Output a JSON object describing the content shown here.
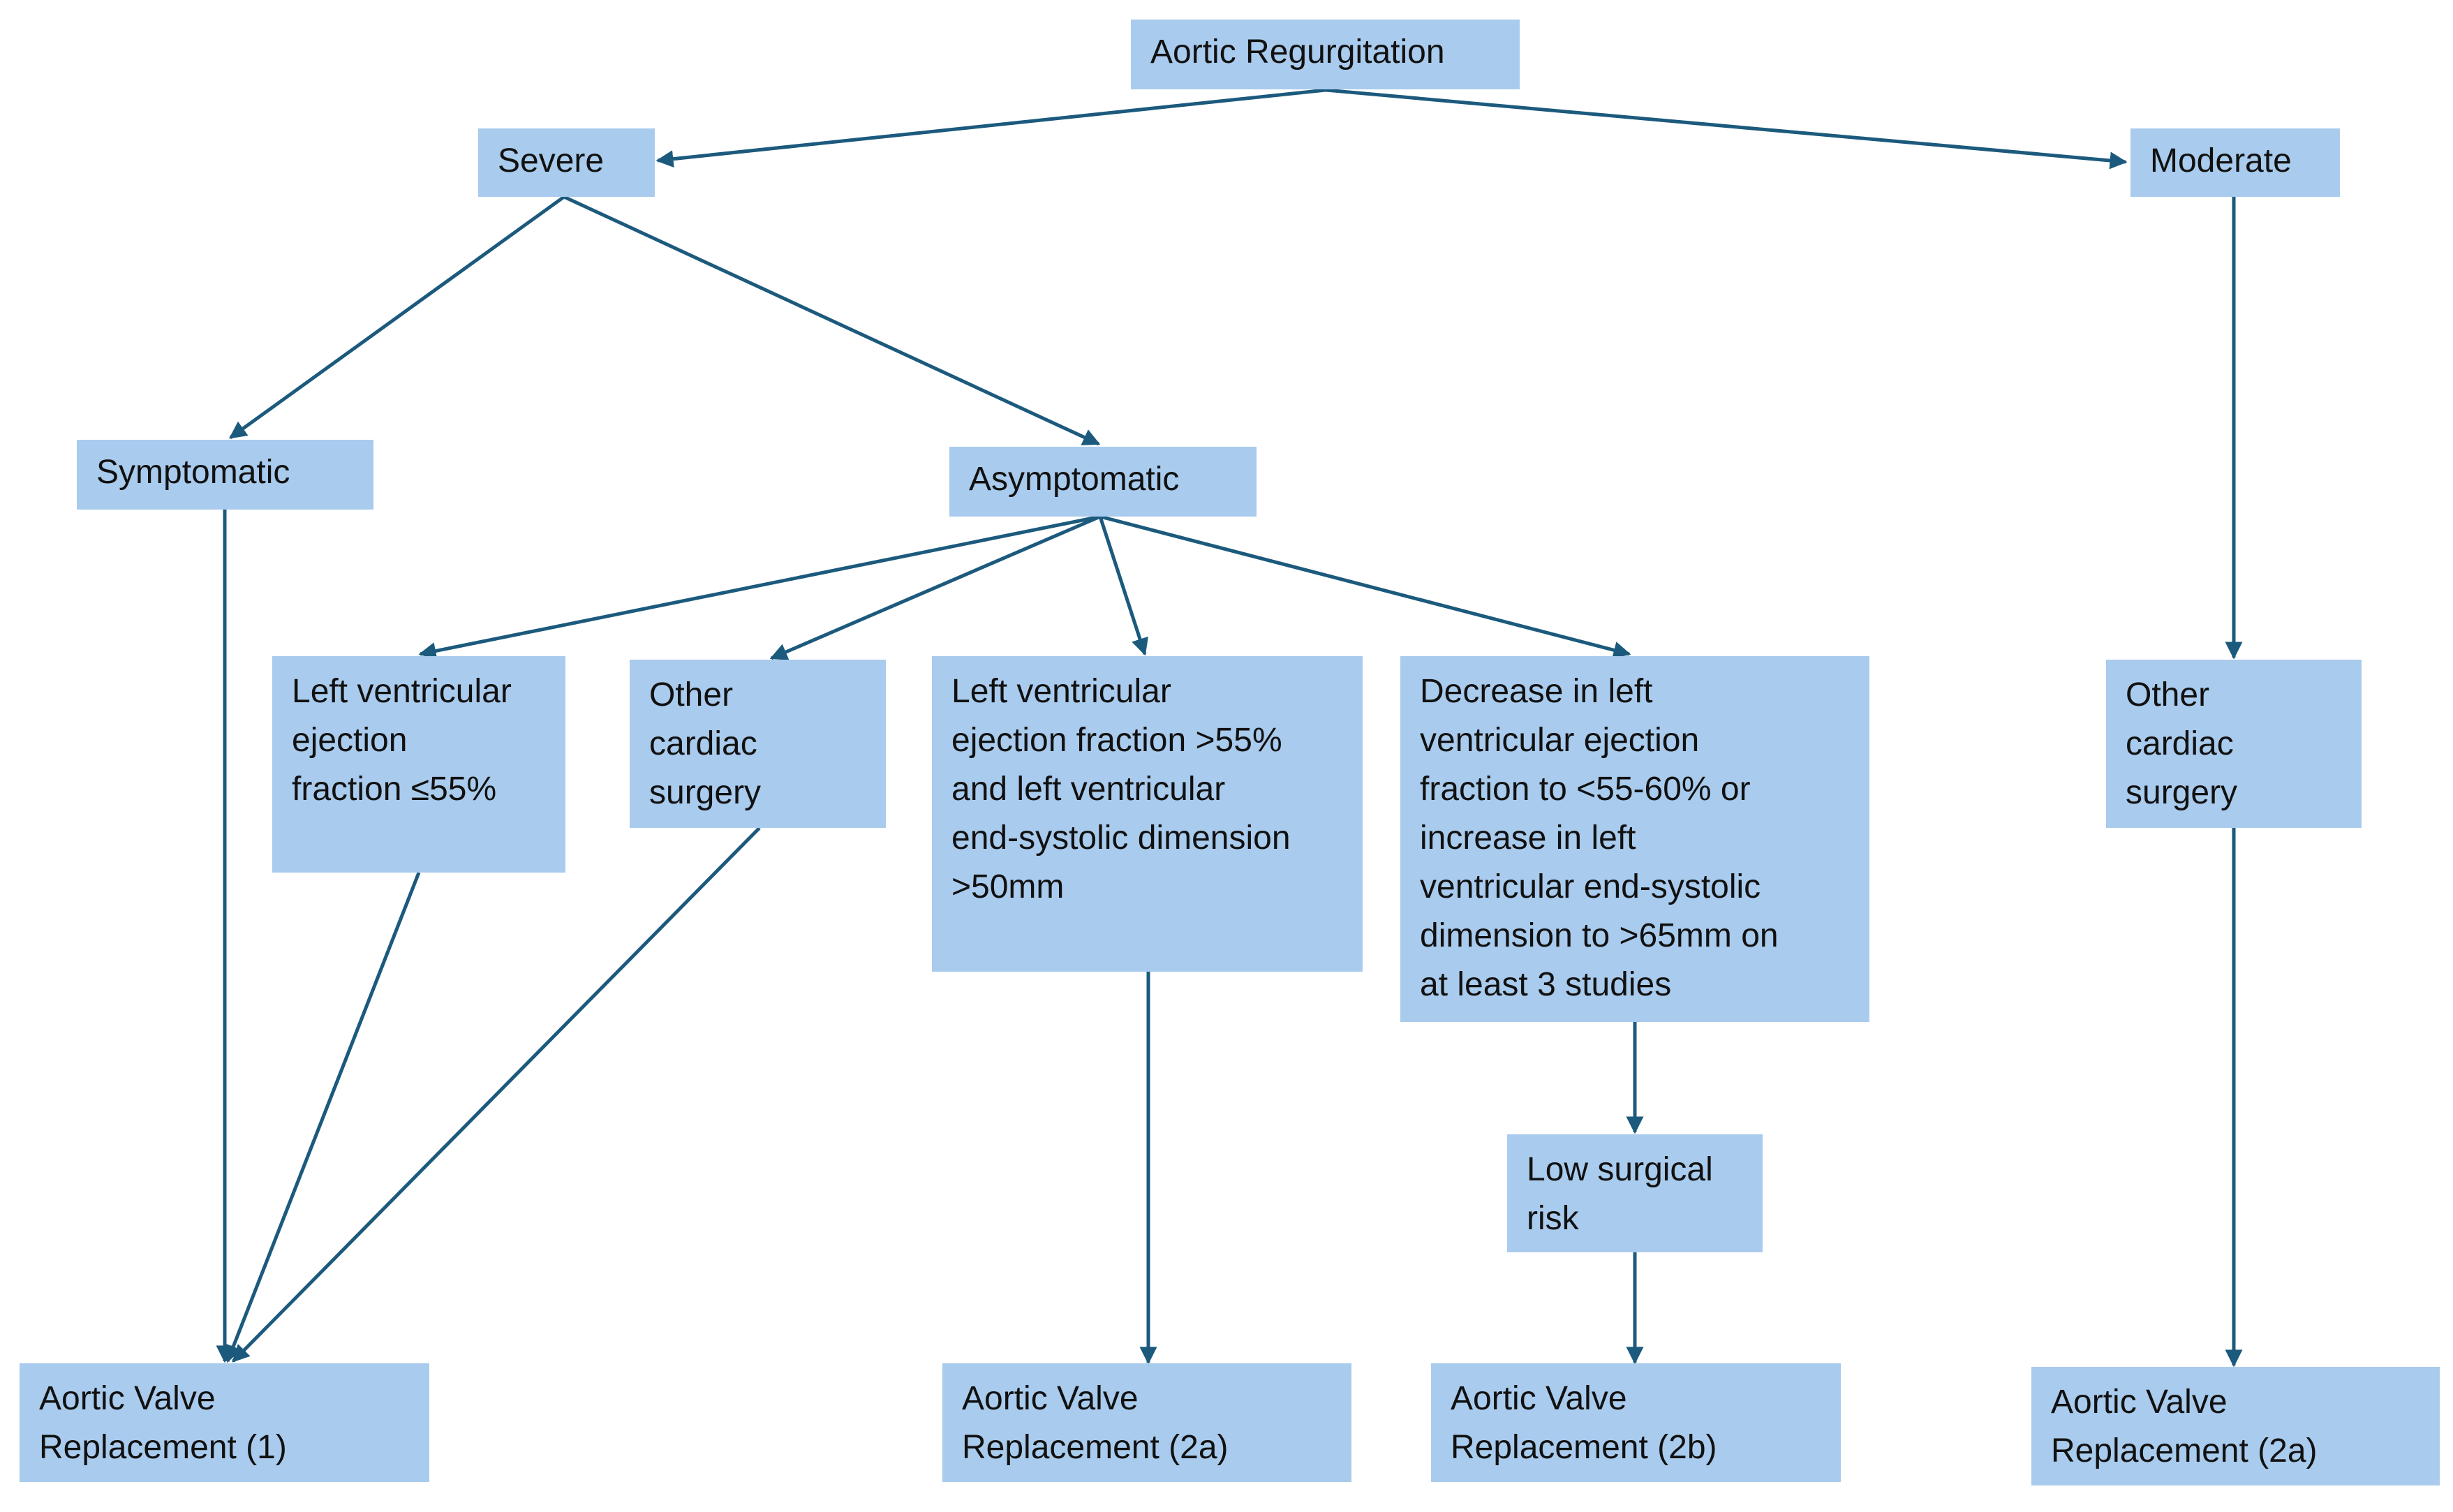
{
  "diagram": {
    "line_color": "#1c5a7d",
    "box_color": "#a9cbed",
    "nodes": {
      "root": "Aortic Regurgitation",
      "severe": "Severe",
      "moderate": "Moderate",
      "symptomatic": "Symptomatic",
      "asymptomatic": "Asymptomatic",
      "lvef": "Left ventricular\nejection\nfraction ≤55%",
      "other_surgery": "Other\ncardiac\nsurgery",
      "lvef_esd": "Left ventricular\nejection fraction >55%\nand left ventricular\nend-systolic dimension\n>50mm",
      "decrease": "Decrease in left\nventricular ejection\nfraction to <55-60%  or\nincrease in left\nventricular end-systolic\ndimension to >65mm on\nat least 3 studies",
      "low_risk": "Low surgical\nrisk",
      "moderate_other_surgery": "Other\ncardiac\nsurgery",
      "avr_1": "Aortic Valve\nReplacement (1)",
      "avr_2a_mid": "Aortic Valve\nReplacement (2a)",
      "avr_2b": "Aortic Valve\nReplacement (2b)",
      "avr_2a_right": "Aortic Valve\nReplacement (2a)"
    }
  }
}
